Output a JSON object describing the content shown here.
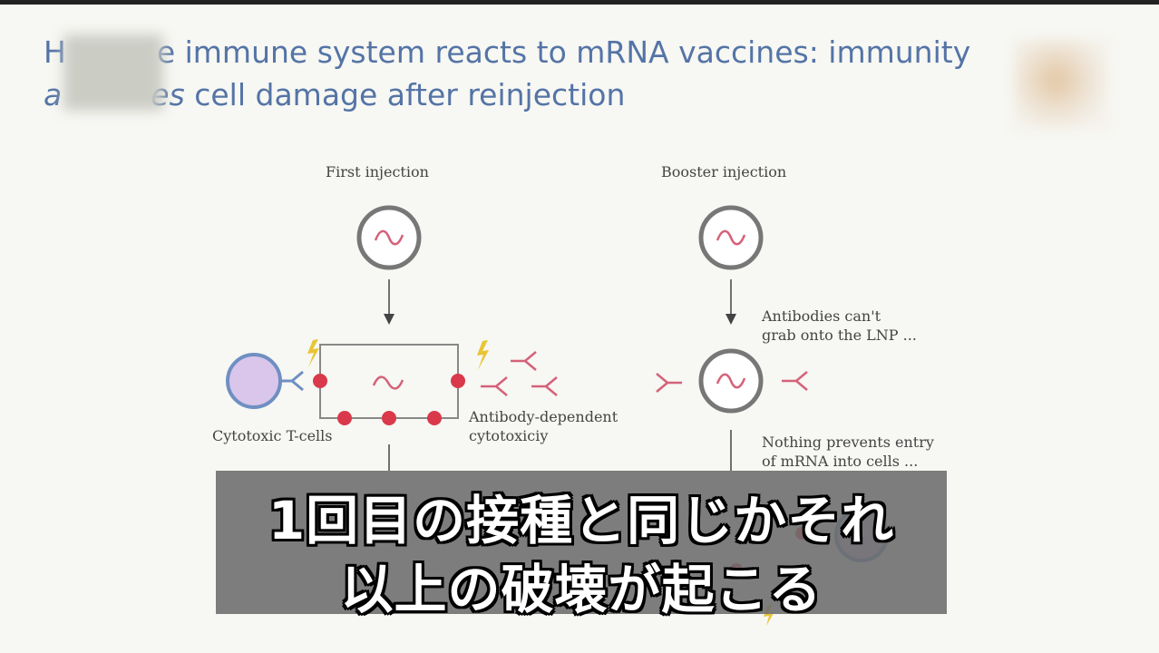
{
  "slide": {
    "title_part1": "H",
    "title_part2": "e immune system reacts to mRNA vaccines: immunity",
    "title_part3": "a",
    "title_part4": "es",
    "title_part5": " cell damage after reinjection"
  },
  "diagram": {
    "first_injection": "First injection",
    "booster_injection": "Booster injection",
    "cytotoxic_tcells": "Cytotoxic T-cells",
    "adcc_line1": "Antibody-dependent",
    "adcc_line2": "cytotoxiciy",
    "antibodies_line1": "Antibodies can't",
    "antibodies_line2": "grab onto the LNP ...",
    "nothing_line1": "Nothing prevents entry",
    "nothing_line2": "of mRNA into cells ..."
  },
  "subtitle": {
    "line1": "1回目の接種と同じかそれ",
    "line2": "以上の破壊が起こる"
  },
  "colors": {
    "title": "#5474a6",
    "dot": "#d9394a",
    "antibody": "#d4627a",
    "tcell": "#d9c6ea",
    "bolt": "#e8c534"
  }
}
